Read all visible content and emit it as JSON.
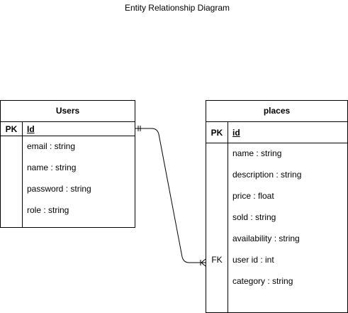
{
  "diagram": {
    "title": "Entity Relationship Diagram"
  },
  "entities": [
    {
      "id": "users",
      "name": "Users",
      "pk_label": "PK",
      "pk_field": "Id",
      "attributes": [
        {
          "key": "",
          "text": "email  : string"
        },
        {
          "key": "",
          "text": "name : string"
        },
        {
          "key": "",
          "text": "password : string"
        },
        {
          "key": "",
          "text": "role : string"
        }
      ]
    },
    {
      "id": "places",
      "name": "places",
      "pk_label": "PK",
      "pk_field": "id",
      "attributes": [
        {
          "key": "",
          "text": "name : string"
        },
        {
          "key": "",
          "text": "description : string"
        },
        {
          "key": "",
          "text": "price : float"
        },
        {
          "key": "",
          "text": "sold : string"
        },
        {
          "key": "",
          "text": "availability : string"
        },
        {
          "key": "FK",
          "text": "user id : int"
        },
        {
          "key": "",
          "text": "category : string"
        }
      ]
    }
  ],
  "relationships": [
    {
      "from": "Users.Id",
      "to": "places.user id",
      "from_cardinality": "exactly-one",
      "to_cardinality": "one-or-many"
    }
  ]
}
